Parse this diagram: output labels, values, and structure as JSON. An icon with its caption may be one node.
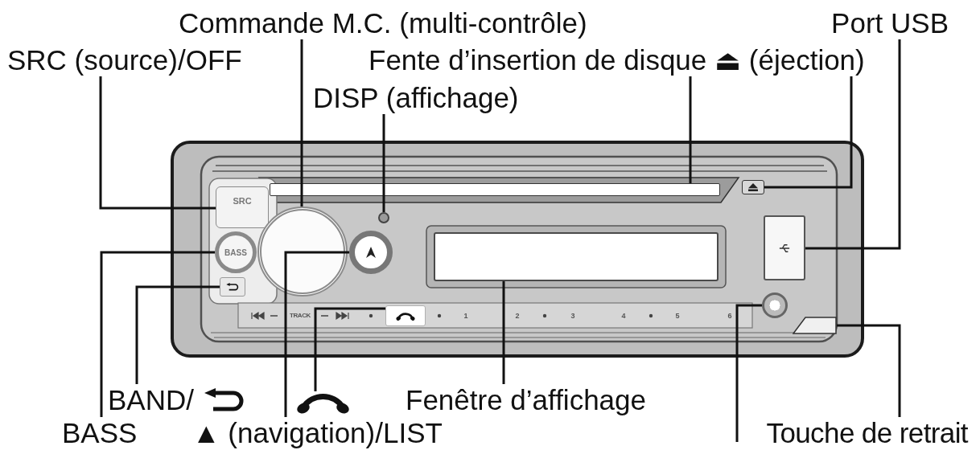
{
  "diagram": {
    "nodes": [
      {
        "text": [
          "SRC (source)/OFF"
        ]
      },
      {
        "text": [
          "Commande M.C. (multi-contrôle)"
        ]
      },
      {
        "text": [
          "DISP (affichage)"
        ]
      },
      {
        "text": [
          "Fente d’insertion de disque ⏏ (éjection)"
        ]
      },
      {
        "text": [
          "Port USB"
        ]
      },
      {
        "text": [
          "BAND/"
        ]
      },
      {
        "text": [
          "BASS"
        ]
      },
      {
        "text": [
          "▲ (navigation)/LIST"
        ]
      },
      {
        "text": [],
        "shape": "picture"
      },
      {
        "text": [
          "Fenêtre d’affichage"
        ]
      },
      {
        "text": [
          "Touche de retrait"
        ]
      },
      {
        "text": [
          "SRC"
        ]
      },
      {
        "text": [],
        "shape": "circle"
      },
      {
        "text": [],
        "shape": "circle"
      },
      {
        "text": [],
        "shape": "bar"
      },
      {
        "text": [],
        "shape": "box"
      },
      {
        "text": [],
        "shape": "box"
      },
      {
        "text": [
          "BASS"
        ]
      },
      {
        "text": [],
        "shape": "box"
      },
      {
        "text": [],
        "shape": "circle"
      },
      {
        "text": [],
        "shape": "box"
      },
      {
        "text": [],
        "shape": "box"
      },
      {
        "text": [],
        "shape": "box"
      },
      {
        "text": [],
        "shape": "circle"
      }
    ],
    "edges": [
      {
        "from": 0,
        "to": 11,
        "arrow": "none"
      },
      {
        "from": 1,
        "to": 12,
        "arrow": "none"
      },
      {
        "from": 2,
        "to": 13,
        "arrow": "none"
      },
      {
        "from": 3,
        "to": 14,
        "arrow": "none"
      },
      {
        "from": 3,
        "to": 15,
        "arrow": "none"
      },
      {
        "from": 4,
        "to": 16,
        "arrow": "none"
      },
      {
        "from": 5,
        "to": 18,
        "arrow": "none"
      },
      {
        "from": 6,
        "to": 17,
        "arrow": "none"
      },
      {
        "from": 7,
        "to": 19,
        "arrow": "none"
      },
      {
        "from": 8,
        "to": 20,
        "arrow": "none"
      },
      {
        "from": 9,
        "to": 21,
        "arrow": "none"
      },
      {
        "from": 10,
        "to": 22,
        "arrow": "none"
      },
      {
        "from": null,
        "to": 23,
        "arrow": "none"
      }
    ],
    "labels": [
      "TRACK",
      "1",
      "2",
      "3",
      "4",
      "5",
      "6"
    ]
  }
}
